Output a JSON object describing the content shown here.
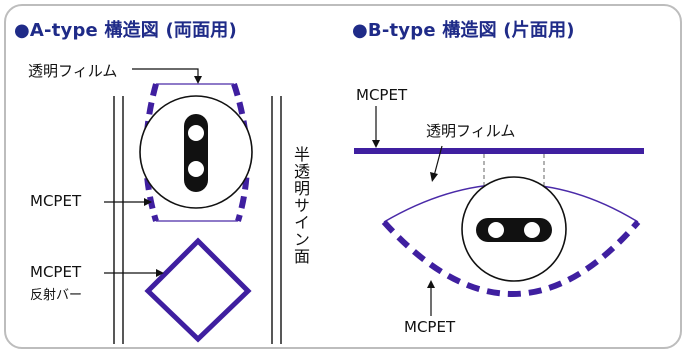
{
  "colors": {
    "accent_blue": "#1f2b88",
    "diagram_purple": "#4a2aa8",
    "border_gray": "#bdbdbd",
    "text_black": "#111111"
  },
  "panel_a": {
    "bullet": "●",
    "title": "A-type 構造図 (両面用)",
    "label_film": "透明フィルム",
    "label_mcpet": "MCPET",
    "label_reflector_line1": "MCPET",
    "label_reflector_line2": "反射バー",
    "label_vertical": "半透明サイン面"
  },
  "panel_b": {
    "bullet": "●",
    "title": "B-type 構造図 (片面用)",
    "label_mcpet_top": "MCPET",
    "label_film": "透明フィルム",
    "label_mcpet_bottom": "MCPET"
  }
}
